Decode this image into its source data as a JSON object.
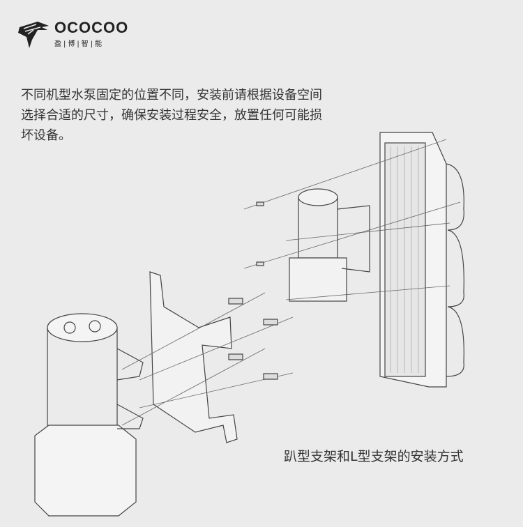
{
  "logo": {
    "brand": "OCOCOO",
    "subtitle": "盈|博|智|能"
  },
  "description": "不同机型水泵固定的位置不同，安装前请根据设备空间选择合适的尺寸，确保安装过程安全，放置任何可能损坏设备。",
  "caption": "趴型支架和L型支架的安装方式"
}
